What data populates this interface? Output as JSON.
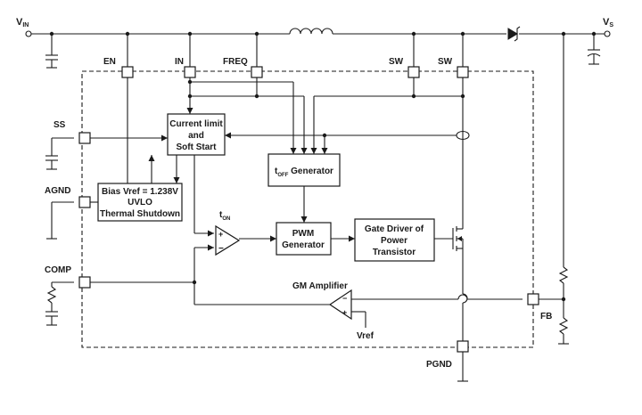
{
  "pins": {
    "vin": "V",
    "vin_sub": "IN",
    "vs": "V",
    "vs_sub": "S",
    "en": "EN",
    "in": "IN",
    "freq": "FREQ",
    "sw1": "SW",
    "sw2": "SW",
    "ss": "SS",
    "agnd": "AGND",
    "comp": "COMP",
    "fb": "FB",
    "pgnd": "PGND"
  },
  "blocks": {
    "current_limit": [
      "Current limit",
      "and",
      "Soft Start"
    ],
    "toff_gen": {
      "t": "t",
      "sub": "OFF",
      "rest": " Generator"
    },
    "bias": [
      "Bias Vref = 1.238V",
      "UVLO",
      "Thermal Shutdown"
    ],
    "pwm": [
      "PWM",
      "Generator"
    ],
    "gate_driver": [
      "Gate Driver of",
      "Power",
      "Transistor"
    ]
  },
  "labels": {
    "ton": "t",
    "ton_sub": "ON",
    "gm_amp": "GM Amplifier",
    "vref": "Vref"
  }
}
